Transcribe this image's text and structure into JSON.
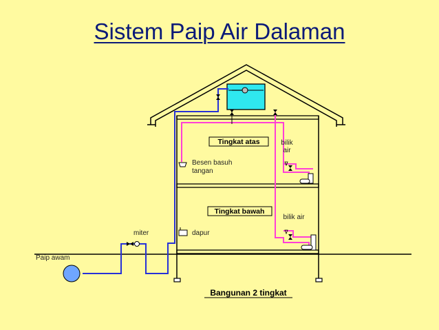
{
  "title": "Sistem Paip Air Dalaman",
  "labels": {
    "upper_floor": "Tingkat atas",
    "lower_floor": "Tingkat bawah",
    "bathroom_upper_line1": "bilik",
    "bathroom_upper_line2": "air",
    "bathroom_lower": "bilik air",
    "basin_line1": "Besen basuh",
    "basin_line2": "tangan",
    "kitchen": "dapur",
    "meter": "miter",
    "public_pipe": "Paip awam",
    "caption": "Bangunan 2 tingkat"
  },
  "colors": {
    "background": "#fffaa0",
    "title": "#0b1a78",
    "supply_pipe": "#2630d8",
    "distribution_pipe": "#ff3fd6",
    "tank_water": "#2fe8ef"
  }
}
